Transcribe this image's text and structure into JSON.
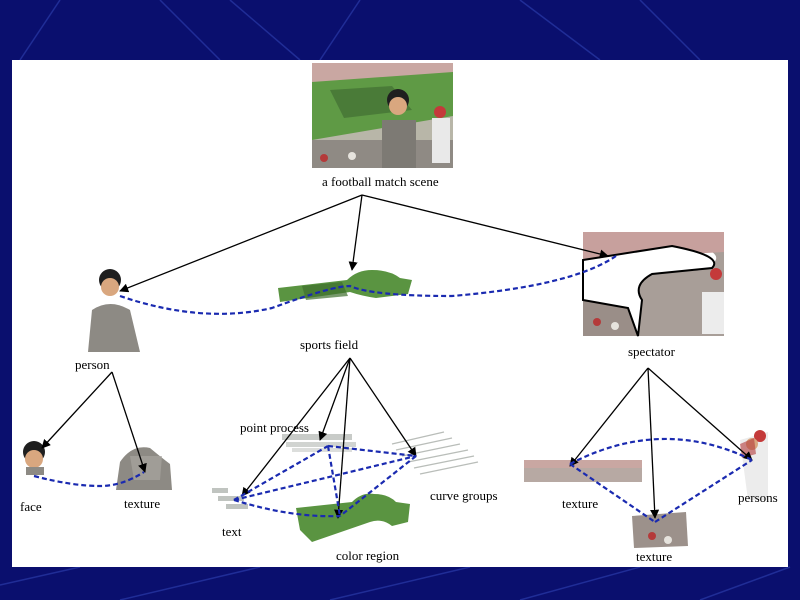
{
  "diagram": {
    "nodes": {
      "root": "a football match scene",
      "person": "person",
      "sports_field": "sports field",
      "spectator": "spectator",
      "face": "face",
      "texture_person": "texture",
      "point_process": "point process",
      "curve_groups": "curve groups",
      "text": "text",
      "color_region": "color region",
      "texture_spectator_left": "texture",
      "texture_spectator_bottom": "texture",
      "persons": "persons"
    },
    "edges": [
      [
        "a football match scene",
        "person"
      ],
      [
        "a football match scene",
        "sports field"
      ],
      [
        "a football match scene",
        "spectator"
      ],
      [
        "person",
        "face"
      ],
      [
        "person",
        "texture"
      ],
      [
        "sports field",
        "point process"
      ],
      [
        "sports field",
        "curve groups"
      ],
      [
        "sports field",
        "text"
      ],
      [
        "sports field",
        "color region"
      ],
      [
        "spectator",
        "texture"
      ],
      [
        "spectator",
        "persons"
      ]
    ],
    "colors": {
      "slide_background": "#0a0f6e",
      "panel": "#ffffff",
      "tree_edge": "#000000",
      "relation_edge": "#1a2ab0",
      "field_green": "#4f8a3a",
      "crowd_red": "#b43a3a"
    }
  }
}
